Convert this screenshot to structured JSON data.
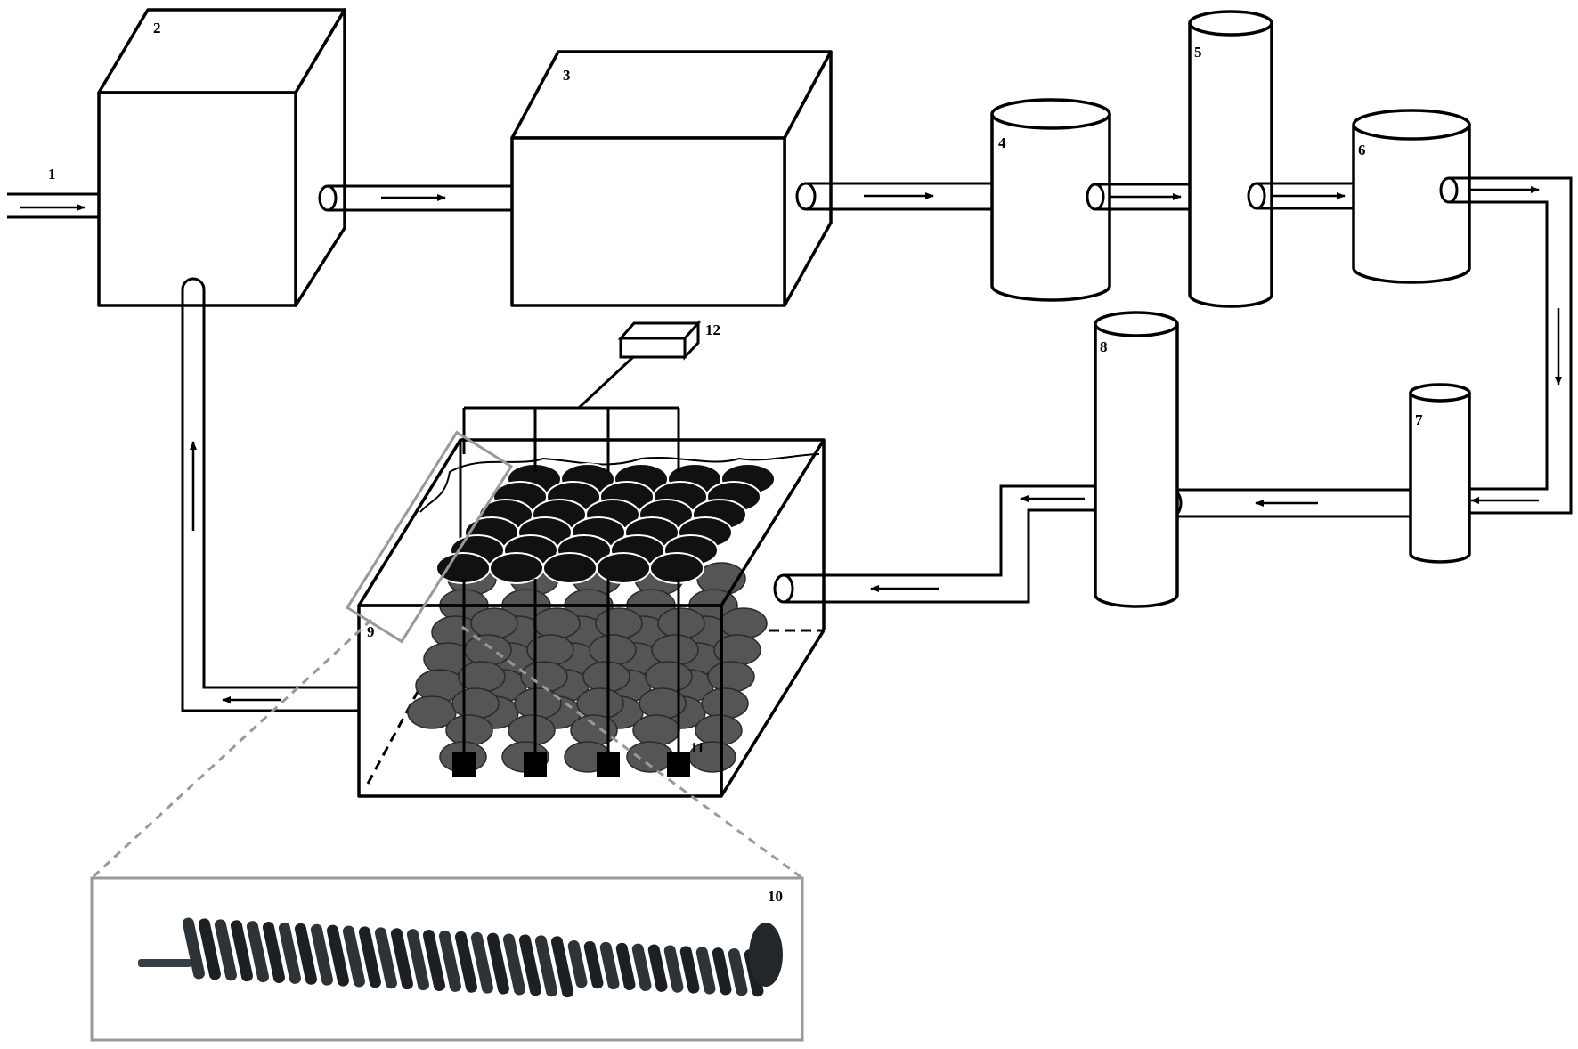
{
  "labels": {
    "inlet": "1",
    "box_2": "2",
    "box_3": "3",
    "tank_4": "4",
    "column_5": "5",
    "tank_6": "6",
    "column_7": "7",
    "column_8": "8",
    "reactor_9": "9",
    "inset_10": "10",
    "electrode_11": "11",
    "power_supply_12": "12"
  },
  "colors": {
    "outline": "#000000",
    "disc_front": "#111111",
    "disc_back": "#555555",
    "zoom_frame": "#999999",
    "terminal": "#000000"
  },
  "inset_content": "photo-of-spiral-disc-electrode"
}
